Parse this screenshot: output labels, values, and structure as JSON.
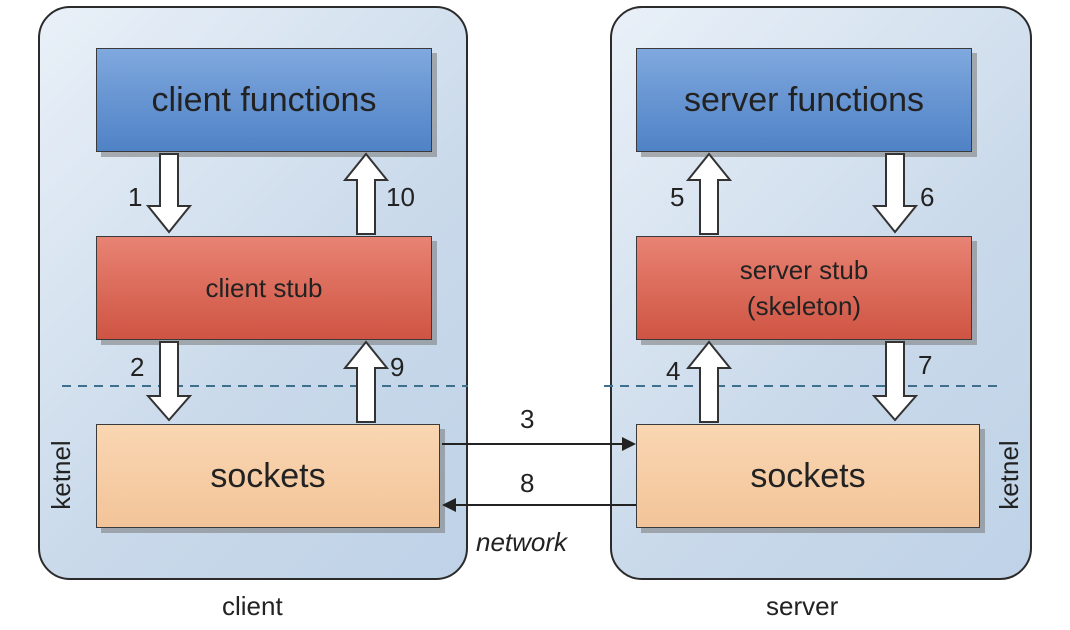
{
  "client": {
    "label": "client",
    "functions_label": "client functions",
    "stub_label": "client stub",
    "sockets_label": "sockets",
    "kernel_label": "ketnel"
  },
  "server": {
    "label": "server",
    "functions_label": "server functions",
    "stub_label_line1": "server stub",
    "stub_label_line2": "(skeleton)",
    "sockets_label": "sockets",
    "kernel_label": "ketnel"
  },
  "network_label": "network",
  "steps": [
    "1",
    "2",
    "3",
    "4",
    "5",
    "6",
    "7",
    "8",
    "9",
    "10"
  ],
  "colors": {
    "functions": "#5b8ccf",
    "stub": "#d95f4c",
    "sockets": "#f6cba3",
    "panel": "#cfdceb",
    "divider": "#3f6f8f"
  }
}
